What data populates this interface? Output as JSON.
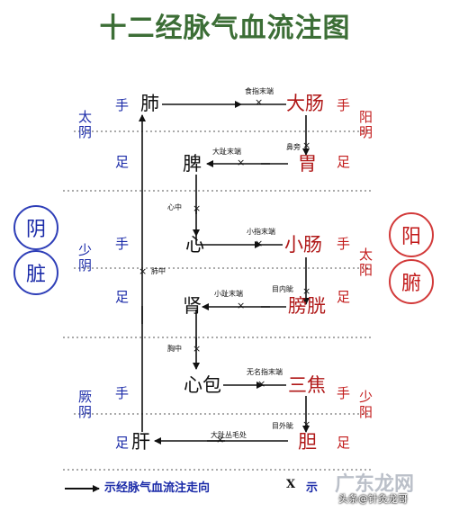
{
  "title": "十二经脉气血流注图",
  "yin_circle": [
    "阴",
    "脏"
  ],
  "yang_circle": [
    "阳",
    "腑"
  ],
  "left_groups": [
    "太阴",
    "少阴",
    "厥阴"
  ],
  "right_groups": [
    "阳明",
    "太阳",
    "少阳"
  ],
  "hand": "手",
  "foot": "足",
  "organs": {
    "lung": "肺",
    "large_intestine": "大肠",
    "stomach": "胃",
    "spleen": "脾",
    "heart": "心",
    "small_intestine": "小肠",
    "bladder": "膀胱",
    "kidney": "肾",
    "pericardium": "心包",
    "sanjiao": "三焦",
    "gallbladder": "胆",
    "liver": "肝"
  },
  "points": {
    "index_finger_tip": "食指末端",
    "nose_side": "鼻旁",
    "big_toe_tip": "大趾末端",
    "heart_center": "心中",
    "little_finger_tip": "小指末端",
    "inner_canthus": "目内眦",
    "little_toe_tip": "小趾末端",
    "chest_center": "胸中",
    "ring_finger_tip": "无名指末端",
    "outer_canthus": "目外眦",
    "big_toe_hair": "大趾丛毛处",
    "lung_center": "肺中"
  },
  "legend": {
    "arrow_text": "示经脉气血流注走向",
    "cross_symbol": "X",
    "cross_text": "示"
  },
  "watermark": {
    "brand": "广东龙网",
    "author": "头条@针灸龙哥"
  },
  "colors": {
    "title": "#3c6e36",
    "yin_blue": "#1a2aa8",
    "yang_red": "#c21a1a",
    "flow_line": "#111111",
    "divider": "#555555"
  }
}
